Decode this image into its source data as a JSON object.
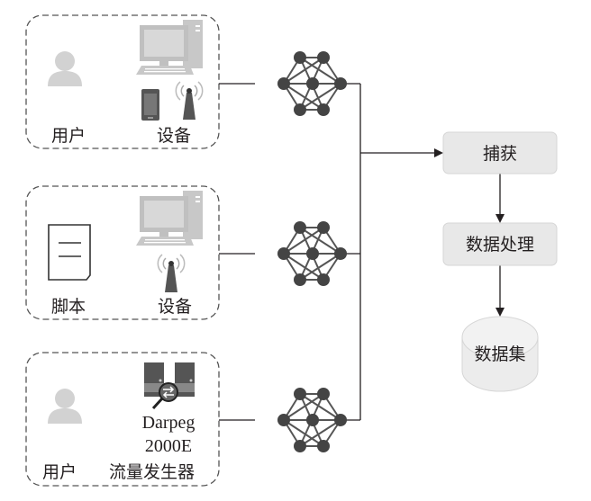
{
  "groups": [
    {
      "id": "group-1",
      "left_label": "用户",
      "left_icon": "user-icon",
      "right_label": "设备",
      "right_icons": [
        "desktop-computer-icon",
        "smartphone-icon",
        "antenna-icon"
      ]
    },
    {
      "id": "group-2",
      "left_label": "脚本",
      "left_icon": "script-document-icon",
      "right_label": "设备",
      "right_icons": [
        "desktop-computer-icon",
        "antenna-icon"
      ]
    },
    {
      "id": "group-3",
      "left_label": "用户",
      "left_icon": "user-icon",
      "right_label_lines": [
        "Darpeg",
        "2000E",
        "流量发生器"
      ],
      "right_icons": [
        "traffic-generator-server-icon"
      ]
    }
  ],
  "networks": [
    {
      "icon": "network-mesh-icon"
    },
    {
      "icon": "network-mesh-icon"
    },
    {
      "icon": "network-mesh-icon"
    }
  ],
  "pipeline": {
    "capture": "捕获",
    "processing": "数据处理",
    "dataset": "数据集"
  },
  "colors": {
    "icon_gray": "#c8c8c8",
    "dark_icon": "#4a4a4a",
    "box_fill": "#e8e8e8",
    "box_stroke": "#d6d6d6",
    "line": "#231f20",
    "dash_border": "#555555"
  }
}
